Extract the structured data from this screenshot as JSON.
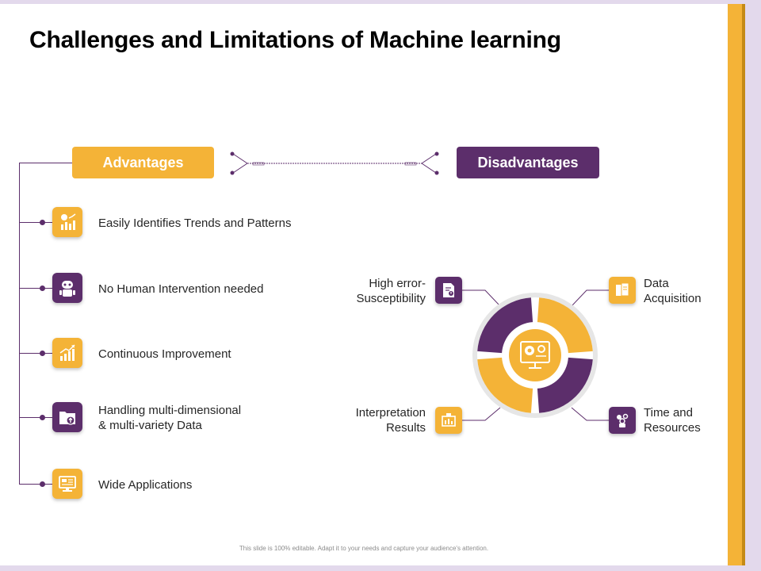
{
  "slide": {
    "title": "Challenges and Limitations of Machine learning",
    "footer": "This slide is 100% editable. Adapt it to your needs and capture your audience's attention."
  },
  "advantages": {
    "label": "Advantages",
    "items": [
      {
        "text": "Easily Identifies Trends and Patterns",
        "icon": "trend-chart-icon"
      },
      {
        "text": "No Human Intervention needed",
        "icon": "robot-icon"
      },
      {
        "text": "Continuous Improvement",
        "icon": "growth-chart-icon"
      },
      {
        "text": "Handling multi-dimensional\n& multi-variety Data",
        "icon": "data-folder-icon"
      },
      {
        "text": "Wide Applications",
        "icon": "computer-icon"
      }
    ]
  },
  "disadvantages": {
    "label": "Disadvantages",
    "items": [
      {
        "text": "High error-\nSusceptibility",
        "icon": "error-document-icon"
      },
      {
        "text": "Data\nAcquisition",
        "icon": "data-files-icon"
      },
      {
        "text": "Interpretation\nResults",
        "icon": "report-icon"
      },
      {
        "text": "Time and\nResources",
        "icon": "gears-icon"
      }
    ],
    "center_icon": "ai-brain-monitor-icon"
  },
  "colors": {
    "accent_yellow": "#f4b337",
    "accent_purple": "#5c2e6b",
    "text": "#262626"
  }
}
